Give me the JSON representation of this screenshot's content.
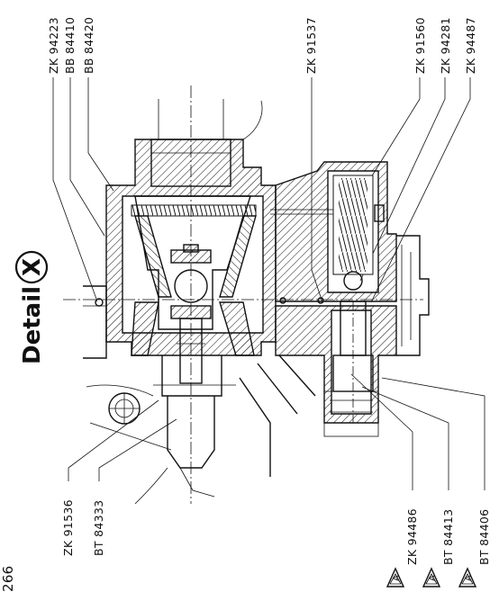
{
  "detail": {
    "title": "Detail",
    "letter": "X"
  },
  "page_number": "266",
  "top_labels": [
    "ZK 94223",
    "BB 84410",
    "BB 84420",
    "ZK 91537",
    "ZK 91560",
    "ZK 94281",
    "ZK 94487"
  ],
  "bottom_labels": [
    "ZK 91536",
    "BT 84333"
  ],
  "warning_labels": [
    "ZK 94486",
    "BT 84413",
    "BT 84406"
  ],
  "warning_symbol": "A"
}
